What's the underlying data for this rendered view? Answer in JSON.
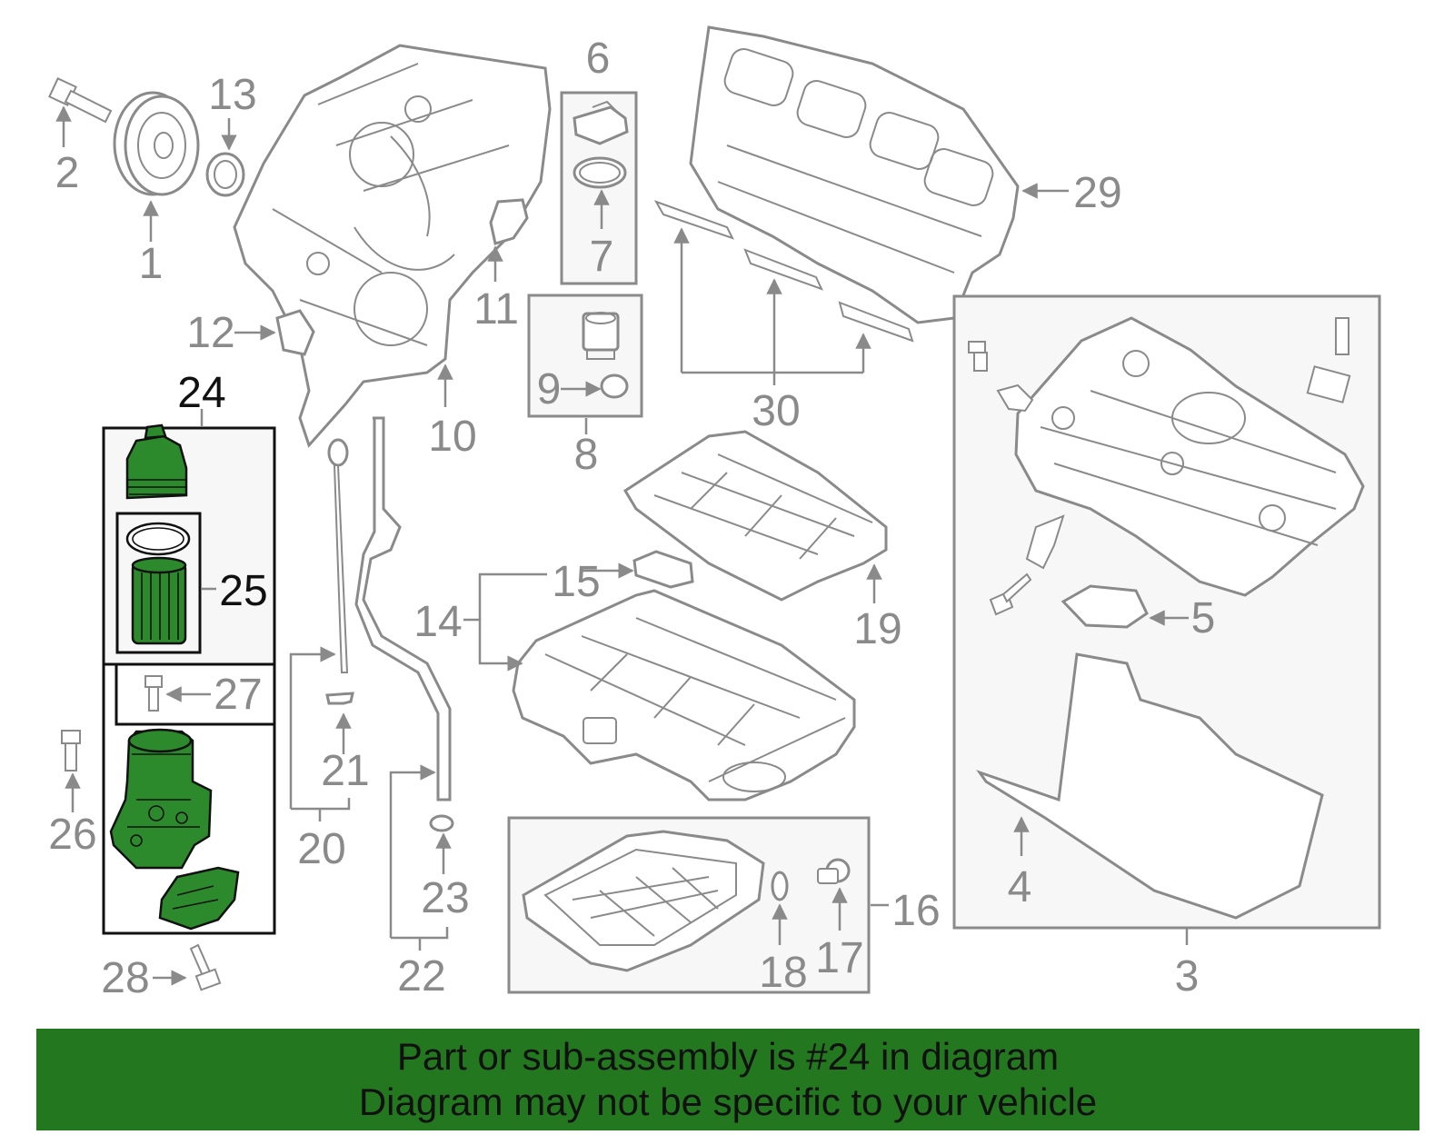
{
  "callouts": [
    {
      "id": "1",
      "text": "1"
    },
    {
      "id": "2",
      "text": "2"
    },
    {
      "id": "3",
      "text": "3"
    },
    {
      "id": "4",
      "text": "4"
    },
    {
      "id": "5",
      "text": "5"
    },
    {
      "id": "6",
      "text": "6"
    },
    {
      "id": "7",
      "text": "7"
    },
    {
      "id": "8",
      "text": "8"
    },
    {
      "id": "9",
      "text": "9"
    },
    {
      "id": "10",
      "text": "10"
    },
    {
      "id": "11",
      "text": "11"
    },
    {
      "id": "12",
      "text": "12"
    },
    {
      "id": "13",
      "text": "13"
    },
    {
      "id": "14",
      "text": "14"
    },
    {
      "id": "15",
      "text": "15"
    },
    {
      "id": "16",
      "text": "16"
    },
    {
      "id": "17",
      "text": "17"
    },
    {
      "id": "18",
      "text": "18"
    },
    {
      "id": "19",
      "text": "19"
    },
    {
      "id": "20",
      "text": "20"
    },
    {
      "id": "21",
      "text": "21"
    },
    {
      "id": "22",
      "text": "22"
    },
    {
      "id": "23",
      "text": "23"
    },
    {
      "id": "24",
      "text": "24"
    },
    {
      "id": "25",
      "text": "25"
    },
    {
      "id": "26",
      "text": "26"
    },
    {
      "id": "27",
      "text": "27"
    },
    {
      "id": "28",
      "text": "28"
    },
    {
      "id": "29",
      "text": "29"
    },
    {
      "id": "30",
      "text": "30"
    }
  ],
  "highlight": {
    "part_number": "24",
    "color": "#2c8a2c"
  },
  "footer": {
    "line1": "Part or sub-assembly is #24 in diagram",
    "line2": "Diagram may not be specific to your vehicle",
    "background": "#23781f"
  }
}
